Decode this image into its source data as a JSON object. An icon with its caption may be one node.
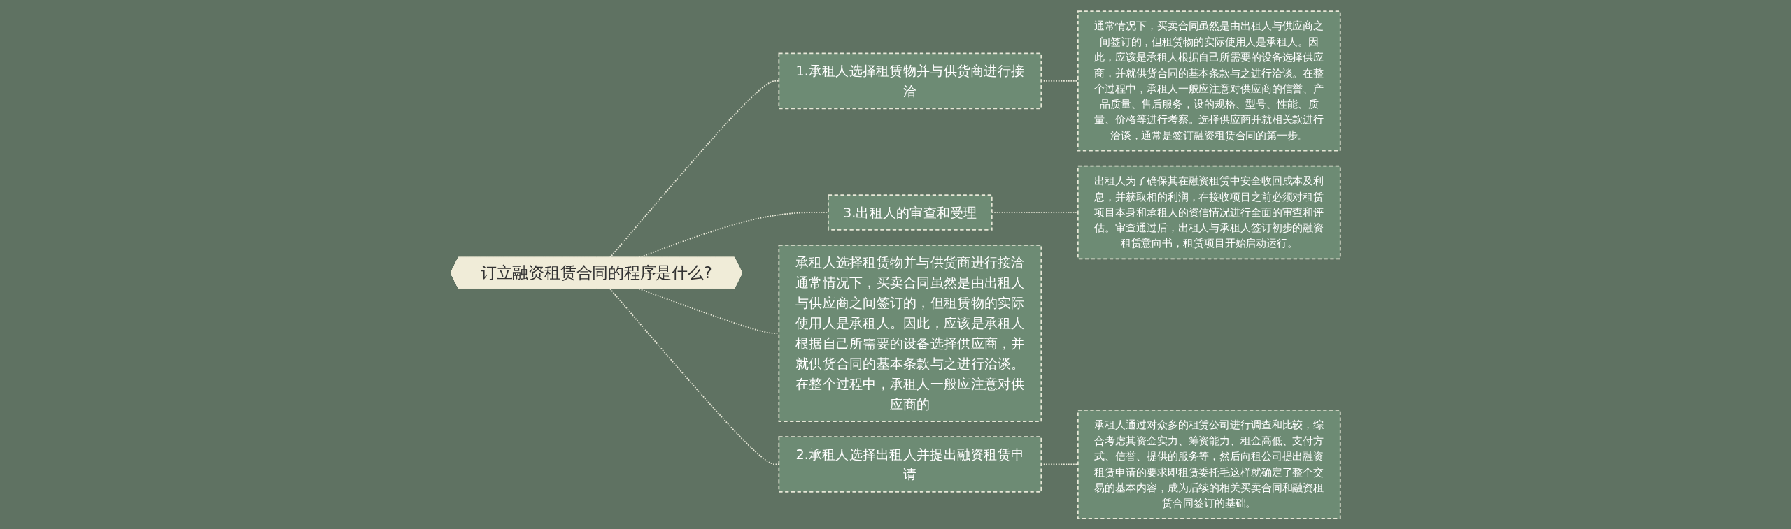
{
  "diagram": {
    "nodes": [
      {
        "text": [
          "订立融资租赁合同的程序是什么?"
        ]
      },
      {
        "text": [
          "1.承租人选择租赁物并与供货商进行接洽"
        ]
      },
      {
        "text": [
          "通常情况下，买卖合同虽然是由出租人与供应商之间签订的，但租赁物的实际使用人是承租人。因此，应该是承租人根据自己所需要的设备选择供应商，并就供货合同的基本条款与之进行洽谈。在整个过程中，承租人一般应注意对供应商的信誉、产品质量、售后服务，设的规格、型号、性能、质量、价格等进行考察。选择供应商并就相关款进行洽谈，通常是签订融资租赁合同的第一步。"
        ]
      },
      {
        "text": [
          "3.出租人的审查和受理"
        ]
      },
      {
        "text": [
          "出租人为了确保其在融资租赁中安全收回成本及利息，并获取相的利润，在接收项目之前必须对租赁项目本身和承租人的资信情况进行全面的审查和评估。审查通过后，出租人与承租人签订初步的融资租赁意向书，租赁项目开始启动运行。"
        ]
      },
      {
        "text": [
          "承租人选择租赁物并与供货商进行接洽通常情况下，买卖合同虽然是由出租人与供应商之间签订的，但租赁物的实际使用人是承租人。因此，应该是承租人根据自己所需要的设备选择供应商，并就供货合同的基本条款与之进行洽谈。在整个过程中，承租人一般应注意对供应商的"
        ]
      },
      {
        "text": [
          "2.承租人选择出租人并提出融资租赁申请"
        ]
      },
      {
        "text": [
          "承租人通过对众多的租赁公司进行调查和比较，综合考虑其资金实力、筹资能力、租金高低、支付方式、信誉、提供的服务等，然后向租公司提出融资租赁申请的要求即租赁委托毛这样就确定了整个交易的基本内容，成为后续的相关买卖合同和融资租赁合同签订的基础。"
        ]
      }
    ],
    "edges": [
      {
        "from": 0,
        "to": 1,
        "arrow": "none",
        "style": "dashed"
      },
      {
        "from": 1,
        "to": 2,
        "arrow": "none",
        "style": "dashed"
      },
      {
        "from": 0,
        "to": 3,
        "arrow": "none",
        "style": "dashed"
      },
      {
        "from": 3,
        "to": 4,
        "arrow": "none",
        "style": "dashed"
      },
      {
        "from": 0,
        "to": 5,
        "arrow": "none",
        "style": "dashed"
      },
      {
        "from": 0,
        "to": 6,
        "arrow": "none",
        "style": "dashed"
      },
      {
        "from": 6,
        "to": 7,
        "arrow": "none",
        "style": "dashed"
      }
    ]
  }
}
